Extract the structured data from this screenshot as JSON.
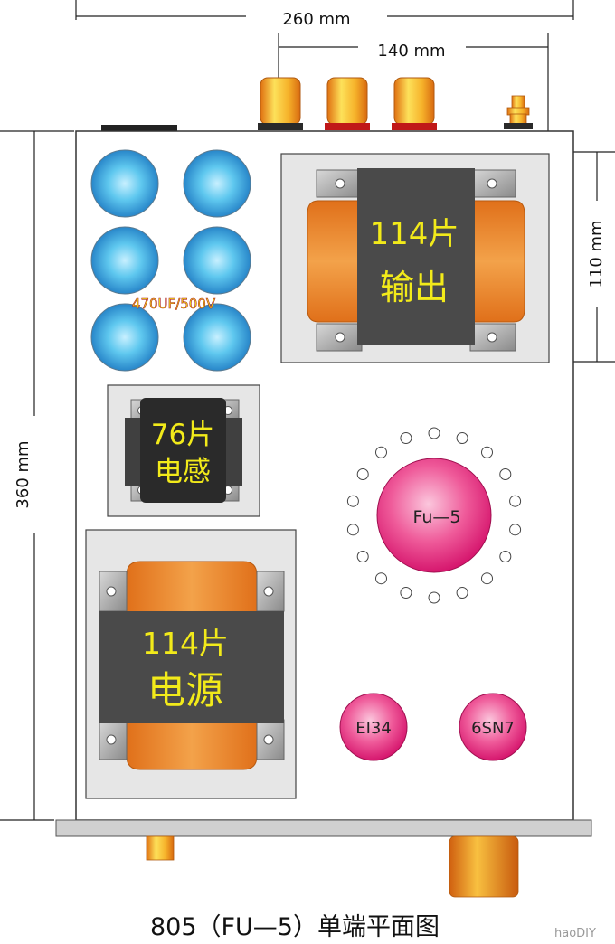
{
  "dimensions": {
    "width_total": "260 mm",
    "width_output": "140 mm",
    "depth_total": "360 mm",
    "depth_output": "110 mm"
  },
  "capacitors": {
    "label": "470UF/500V",
    "count": 6
  },
  "output_transformer": {
    "line1": "114片",
    "line2": "输出"
  },
  "choke": {
    "line1": "76片",
    "line2": "电感"
  },
  "power_transformer": {
    "line1": "114片",
    "line2": "电源"
  },
  "tubes": {
    "main": "Fu—5",
    "small_left": "EI34",
    "small_right": "6SN7"
  },
  "caption": "805（FU—5）单端平面图",
  "watermark": "haoDIY",
  "colors": {
    "chassis": "#ffffff",
    "panel": "#e6e6e6",
    "core": "#4a4a4a",
    "winding": "#ee8a22",
    "tube": "#e4207a",
    "capacitor": "#2aa8df",
    "transformer_text": "#f2ea1a"
  }
}
